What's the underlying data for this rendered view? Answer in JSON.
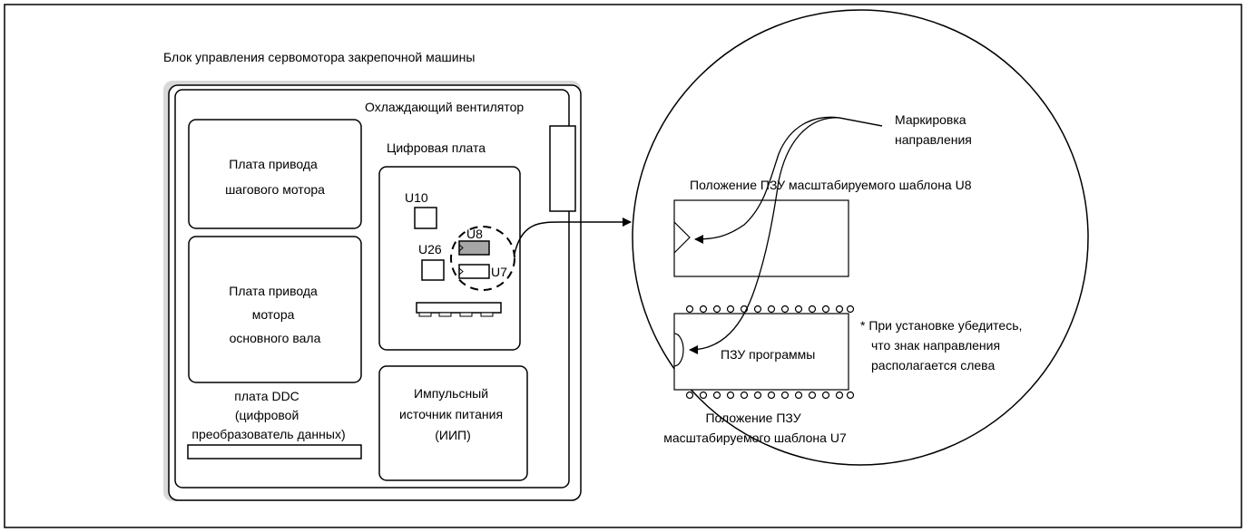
{
  "controller_label": "Блок управления сервомотора закрепочной машины",
  "fan_label": "Охлаждающий вентилятор",
  "stepper_board_lines": [
    "Плата привода",
    "шагового мотора"
  ],
  "main_shaft_board_lines": [
    "Плата привода",
    "мотора",
    "основного вала"
  ],
  "digital_board_label": "Цифровая плата",
  "chips": {
    "u10": "U10",
    "u26": "U26",
    "u8": "U8",
    "u7": "U7"
  },
  "psu_lines": [
    "Импульсный",
    "источник питания",
    "(ИИП)"
  ],
  "ddc_lines": [
    "плата DDC",
    "(цифровой",
    "преобразователь данных)"
  ],
  "detail": {
    "direction_mark_lines": [
      "Маркировка",
      "направления"
    ],
    "u8_position": "Положение ПЗУ масштабируемого шаблона U8",
    "program_rom": "ПЗУ программы",
    "u7_position_lines": [
      "Положение ПЗУ",
      "масштабируемого шаблона U7"
    ],
    "install_note_lines": [
      "* При установке убедитесь,",
      "что знак направления",
      "располагается слева"
    ]
  },
  "colors": {
    "line": "#000000",
    "shadow": "#d9d9d9",
    "u8_fill": "#a6a6a6",
    "background": "#ffffff"
  }
}
